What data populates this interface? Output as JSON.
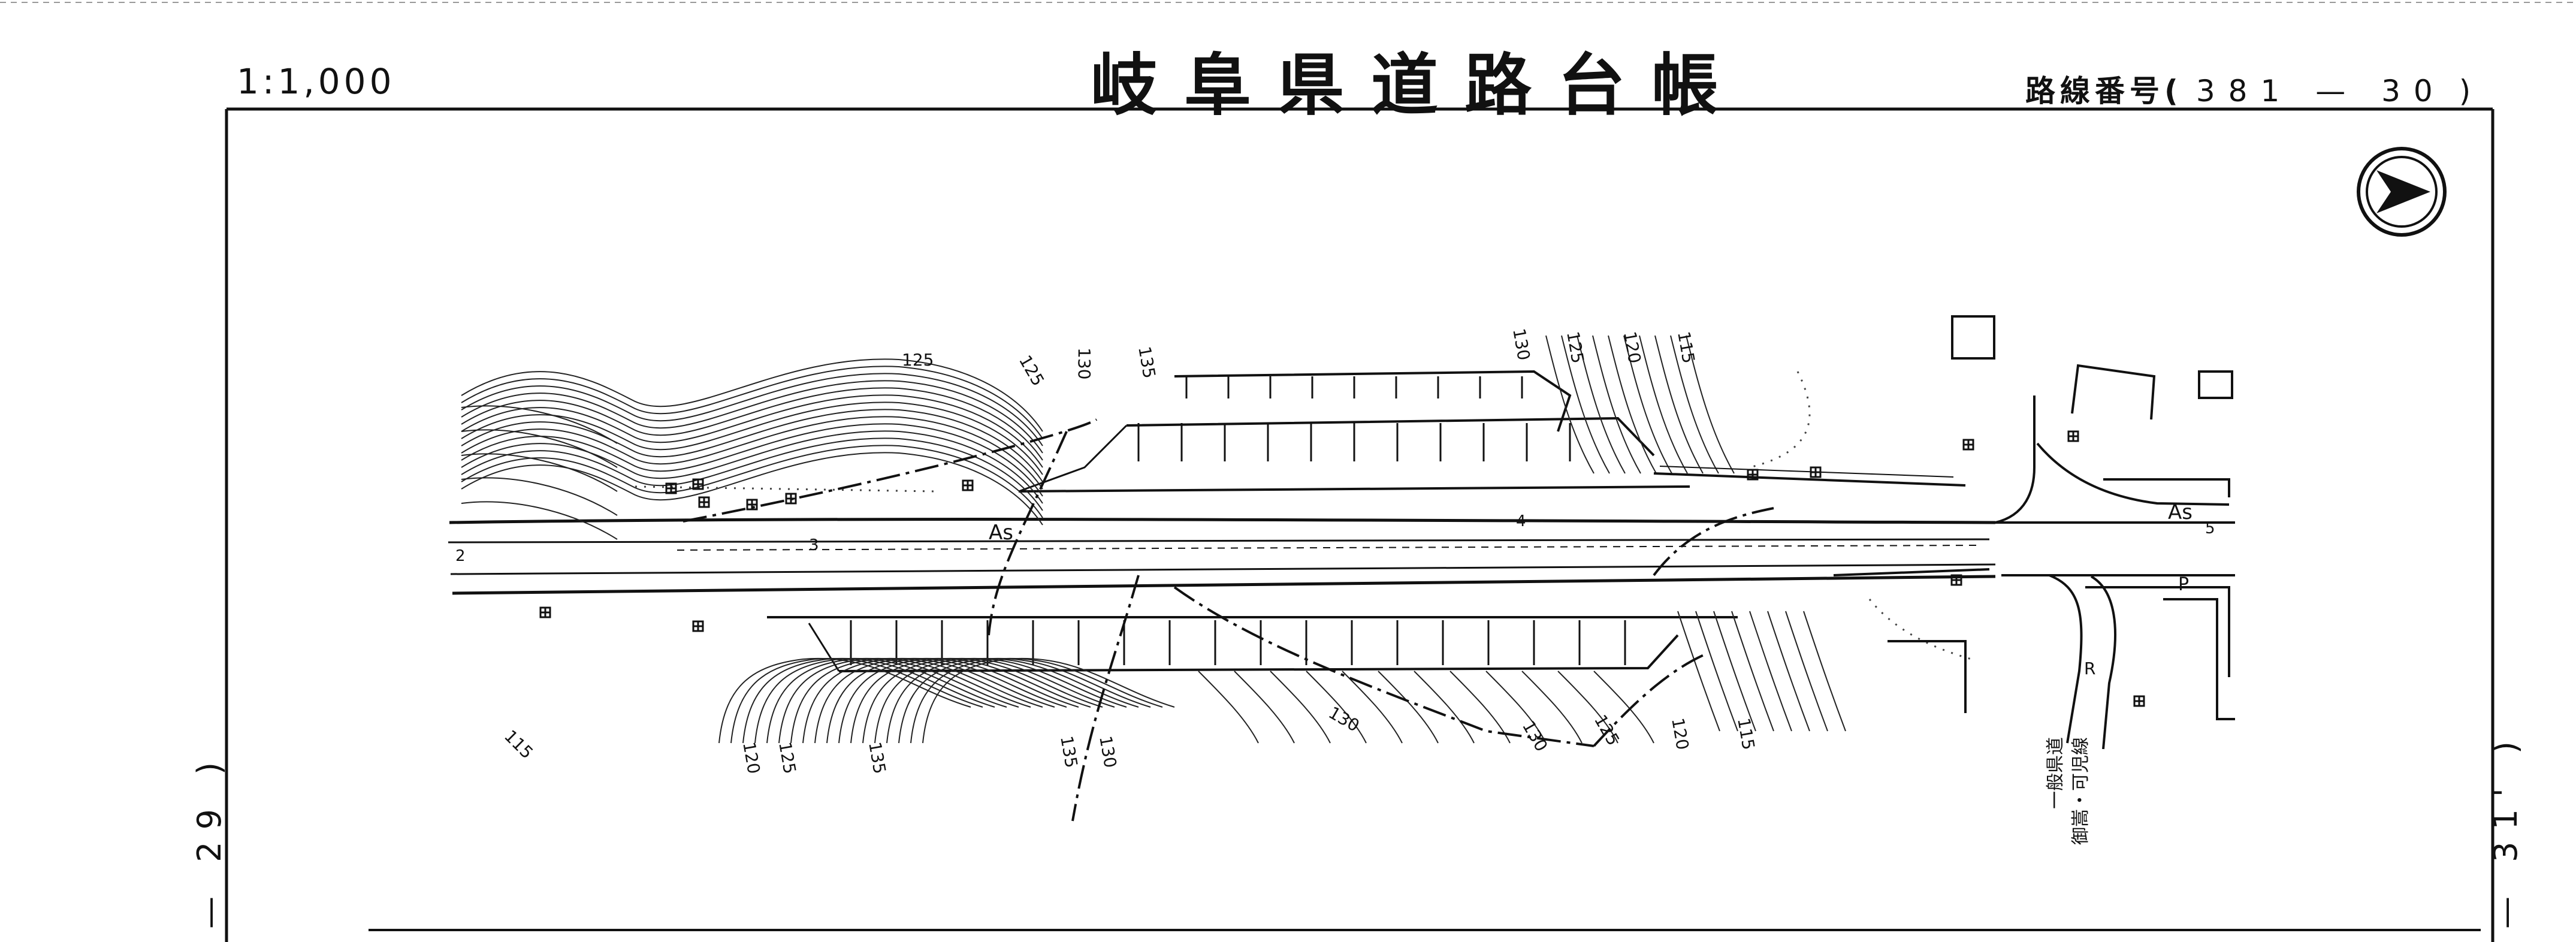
{
  "header": {
    "scale": "1:1,000",
    "title": "岐阜県道路台帳",
    "route_label": "路線番号(",
    "route_number": "381 — 30",
    "route_close": ")"
  },
  "sheet": {
    "prev_sheet": "— 29 )",
    "next_sheet": "— 31' )"
  },
  "north_arrow": {
    "icon": "north-arrow-icon"
  },
  "map": {
    "pavement_labels": [
      "As",
      "As"
    ],
    "station_labels": [
      "2",
      "3",
      "4",
      "5"
    ],
    "contour_labels_north": [
      "125",
      "125",
      "130",
      "135",
      "130",
      "125",
      "120",
      "115"
    ],
    "contour_labels_south": [
      "115",
      "120",
      "125",
      "135",
      "135",
      "130",
      "130",
      "130",
      "125",
      "120",
      "115"
    ],
    "map_symbols": [
      "P",
      "R"
    ],
    "side_road_label_line1": "一般県道",
    "side_road_label_line2": "御嵩・可児線"
  }
}
